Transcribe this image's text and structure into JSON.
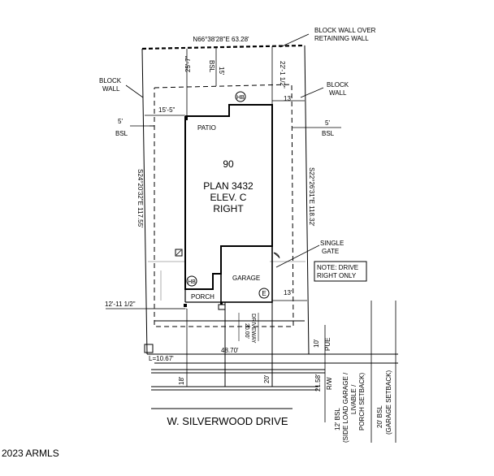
{
  "labels": {
    "north_line": "N66°38'28\"E 63.28'",
    "block_wall_retaining_1": "BLOCK WALL OVER",
    "block_wall_retaining_2": "RETAINING WALL",
    "block_wall_left_1": "BLOCK",
    "block_wall_left_2": "WALL",
    "block_wall_right_1": "BLOCK",
    "block_wall_right_2": "WALL",
    "bsl_15": "15'",
    "bsl_word_top": "BSL",
    "dim_25_7": "25'-7\"",
    "dim_22_1": "22'-1 1/2\"",
    "dim_13_top": "13'",
    "dim_15_5": "15'-5\"",
    "dim_5_left": "5'",
    "bsl_left": "BSL",
    "dim_5_right": "5'",
    "bsl_right": "BSL",
    "hb_top": "HB",
    "patio": "PATIO",
    "lot_number": "90",
    "plan": "PLAN 3432",
    "elevation": "ELEV. C",
    "orientation": "RIGHT",
    "left_bearing": "S24°20'32\"E 117.55'",
    "right_bearing": "S22°26'31\"E 118.32'",
    "single_gate_1": "SINGLE",
    "single_gate_2": "GATE",
    "note_1": "NOTE: DRIVE",
    "note_2": "RIGHT ONLY",
    "garage": "GARAGE",
    "hb_bottom": "HB",
    "e_marker": "E",
    "dim_13_bottom": "13'",
    "dim_12_11": "12'-11 1/2\"",
    "porch": "PORCH",
    "driveway_1": "20.00'",
    "driveway_2": "DRIVEWAY",
    "dim_10": "10'",
    "pue": "PUE",
    "dim_48_70": "48.70'",
    "curve_length": "L=10.67'",
    "dim_18": "18'",
    "dim_20": "20'",
    "dim_21_58": "21.58'",
    "rw": "R/W",
    "bsl_12_1": "12' BSL",
    "bsl_12_2": "(SIDE LOAD GARAGE /",
    "bsl_12_3": "LIVABLE /",
    "bsl_12_4": "PORCH SETBACK)",
    "bsl_20_1": "20' BSL",
    "bsl_20_2": "(GARAGE SETBACK)",
    "street": "W. SILVERWOOD DRIVE",
    "copyright": "2023 ARMLS"
  }
}
